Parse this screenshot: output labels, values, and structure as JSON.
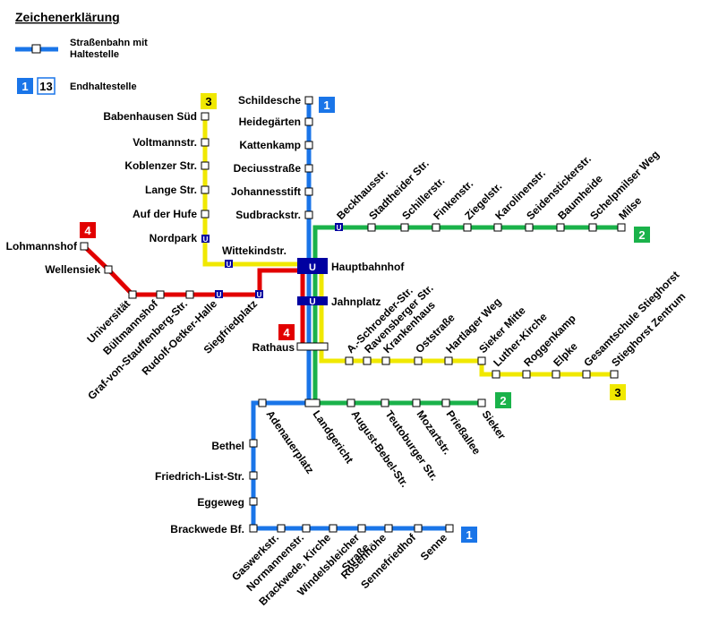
{
  "legend": {
    "title": "Zeichenerklärung",
    "tram_label_line1": "Straßenbahn mit",
    "tram_label_line2": "Haltestelle",
    "terminus_label": "Endhaltestelle",
    "badge_a": "1",
    "badge_b": "13"
  },
  "colors": {
    "line1": "#1a75e8",
    "line2": "#1ab24a",
    "line3": "#f0e800",
    "line4": "#e20000",
    "ubahn": "#0000a0"
  },
  "line_badges": {
    "l1_north": "1",
    "l1_south": "1",
    "l2_east": "2",
    "l2_southeast": "2",
    "l3_north": "3",
    "l3_southeast": "3",
    "l4_west": "4",
    "l4_rathaus": "4"
  },
  "ubahn_symbol": "U",
  "stations": {
    "schildesche": "Schildesche",
    "heidegaerten": "Heidegärten",
    "kattenkamp": "Kattenkamp",
    "deciusstrasse": "Deciusstraße",
    "johannesstift": "Johannesstift",
    "sudbrackstr": "Sudbrackstr.",
    "hauptbahnhof": "Hauptbahnhof",
    "jahnplatz": "Jahnplatz",
    "rathaus": "Rathaus",
    "babenhausen_sued": "Babenhausen Süd",
    "voltmannstr": "Voltmannstr.",
    "koblenzer_str": "Koblenzer Str.",
    "lange_str": "Lange Str.",
    "auf_der_hufe": "Auf der Hufe",
    "nordpark": "Nordpark",
    "wittekindstr": "Wittekindstr.",
    "lohmannshof": "Lohmannshof",
    "wellensiek": "Wellensiek",
    "universitaet": "Universität",
    "bueltmannshof": "Bültmannshof",
    "graf_von_stauffenberg": "Graf-von-Stauffenberg-Str.",
    "rudolf_oetker_halle": "Rudolf-Oetker-Halle",
    "siegfriedplatz": "Siegfriedplatz",
    "beckhausstr": "Beckhausstr.",
    "stadtheider_str": "Stadtheider Str.",
    "schillerstr": "Schillerstr.",
    "finkenstr": "Finkenstr.",
    "ziegelstr": "Ziegelstr.",
    "karolinenstr": "Karolinenstr.",
    "seidensstickerstr": "Seidenstickerstr.",
    "baumheide": "Baumheide",
    "schelpmilser_weg": "Schelpmilser Weg",
    "milse": "Milse",
    "a_schroeder_str": "A.-Schroeder-Str.",
    "ravensberger_str": "Ravensberger Str.",
    "krankenhaus": "Krankenhaus",
    "oststrasse": "Oststraße",
    "hartlager_weg": "Hartlager Weg",
    "sieker_mitte": "Sieker Mitte",
    "luther_kirche": "Luther-Kirche",
    "roggenkamp": "Roggenkamp",
    "elpke": "Elpke",
    "gesamtschule_stieghorst": "Gesamtschule Stieghorst",
    "stieghorst_zentrum": "Stieghorst Zentrum",
    "adenauerplatz": "Adenauerplatz",
    "landgericht": "Landgericht",
    "august_bebel_str": "August-Bebel-Str.",
    "teutoburger_str": "Teutoburger Str.",
    "mozartstr": "Mozartstr.",
    "priessallee": "Prießallee",
    "sieker": "Sieker",
    "bethel": "Bethel",
    "friedrich_list_str": "Friedrich-List-Str.",
    "eggeweg": "Eggeweg",
    "brackwede_bf": "Brackwede Bf.",
    "gaswerkstr": "Gaswerkstr.",
    "normannenstr": "Normannenstr.",
    "brackwede_kirche": "Brackwede, Kirche",
    "windelsbleicher": "Windelsbleicher",
    "strasse": "Straße",
    "rosenhoehe": "Rosenhöhe",
    "sennefriedhof": "Sennefriedhof",
    "senne": "Senne"
  }
}
